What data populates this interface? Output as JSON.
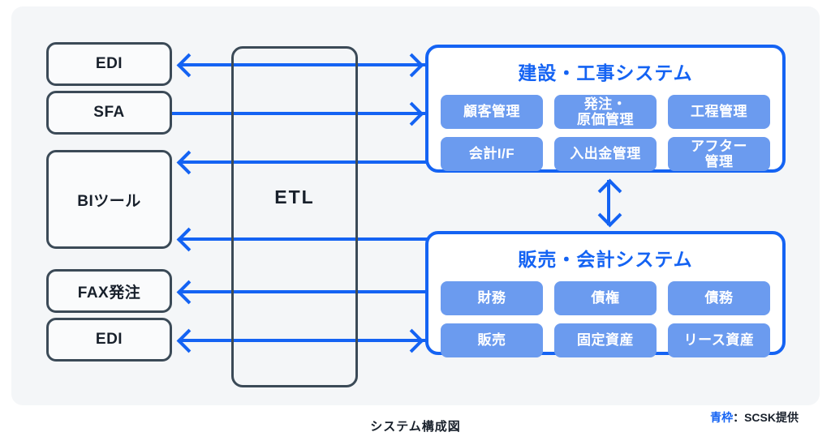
{
  "caption": "システム構成図",
  "legend": {
    "blue_text": "青枠",
    "rest_text": "：SCSK提供"
  },
  "etl": {
    "label": "ETL"
  },
  "external_systems": [
    {
      "label": "EDI"
    },
    {
      "label": "SFA"
    },
    {
      "label": "BIツール"
    },
    {
      "label": "FAX発注"
    },
    {
      "label": "EDI"
    }
  ],
  "systems": [
    {
      "title": "建設・工事システム",
      "modules": [
        "顧客管理",
        "発注・\n原価管理",
        "工程管理",
        "会計I/F",
        "入出金管理",
        "アフター\n管理"
      ]
    },
    {
      "title": "販売・会計システム",
      "modules": [
        "財務",
        "債権",
        "債務",
        "販売",
        "固定資産",
        "リース資産"
      ]
    }
  ],
  "colors": {
    "accent_blue": "#1463f3",
    "pill_blue": "#6b9bef",
    "slate": "#3b4a57",
    "panel_bg": "#f4f6f8"
  }
}
